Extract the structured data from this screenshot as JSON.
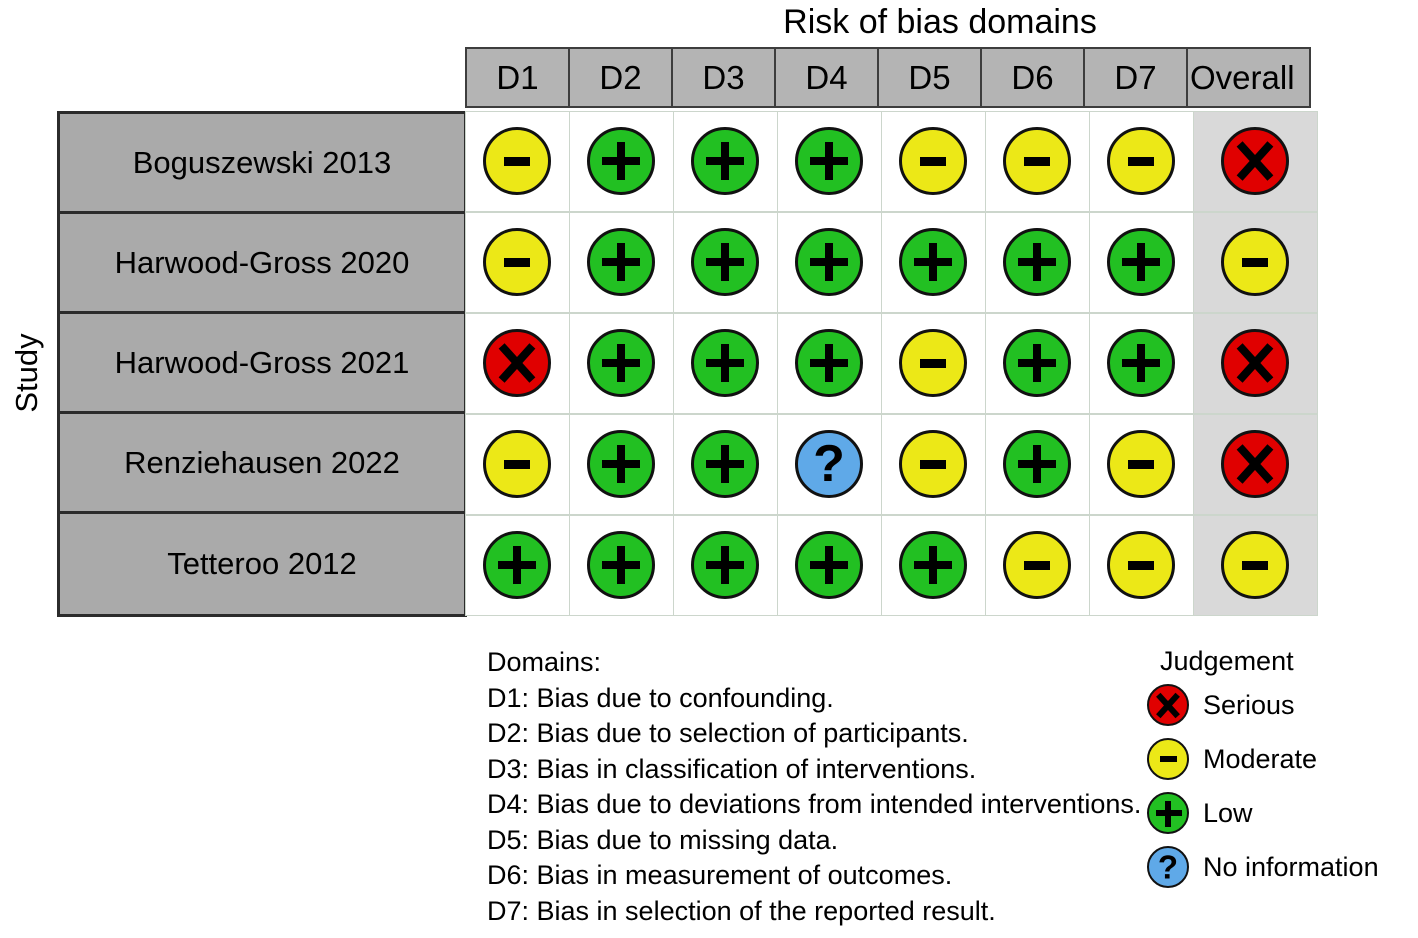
{
  "chart_data": {
    "type": "table",
    "title": "Risk of bias domains",
    "ylabel": "Study",
    "column_headers": [
      "D1",
      "D2",
      "D3",
      "D4",
      "D5",
      "D6",
      "D7",
      "Overall"
    ],
    "row_labels": [
      "Boguszewski 2013",
      "Harwood-Gross 2020",
      "Harwood-Gross 2021",
      "Renziehausen 2022",
      "Tetteroo 2012"
    ],
    "judgement_codes": {
      "serious": "X",
      "moderate": "-",
      "low": "+",
      "noinfo": "?"
    },
    "rows": [
      {
        "study": "Boguszewski 2013",
        "cells": [
          "moderate",
          "low",
          "low",
          "low",
          "moderate",
          "moderate",
          "moderate"
        ],
        "overall": "serious"
      },
      {
        "study": "Harwood-Gross 2020",
        "cells": [
          "moderate",
          "low",
          "low",
          "low",
          "low",
          "low",
          "low"
        ],
        "overall": "moderate"
      },
      {
        "study": "Harwood-Gross 2021",
        "cells": [
          "serious",
          "low",
          "low",
          "low",
          "moderate",
          "low",
          "low"
        ],
        "overall": "serious"
      },
      {
        "study": "Renziehausen 2022",
        "cells": [
          "moderate",
          "low",
          "low",
          "noinfo",
          "moderate",
          "low",
          "moderate"
        ],
        "overall": "serious"
      },
      {
        "study": "Tetteroo 2012",
        "cells": [
          "low",
          "low",
          "low",
          "low",
          "low",
          "moderate",
          "moderate"
        ],
        "overall": "moderate"
      }
    ],
    "colors": {
      "serious": "#e00000",
      "moderate": "#ece817",
      "low": "#22c022",
      "noinfo": "#5fa9e8",
      "header_cell": "#b4b4b4",
      "study_cell": "#aaaaaa",
      "overall_cell": "#d9d9d9"
    }
  },
  "domains_key": {
    "heading": "Domains:",
    "lines": [
      "D1: Bias due to confounding.",
      "D2: Bias due to selection of participants.",
      "D3: Bias in classification of interventions.",
      "D4: Bias due to deviations from intended interventions.",
      "D5: Bias due to missing data.",
      "D6: Bias in measurement of outcomes.",
      "D7: Bias in selection of the reported result."
    ]
  },
  "judgement_legend": {
    "title": "Judgement",
    "items": [
      {
        "key": "serious",
        "label": "Serious"
      },
      {
        "key": "moderate",
        "label": "Moderate"
      },
      {
        "key": "low",
        "label": "Low"
      },
      {
        "key": "noinfo",
        "label": "No information"
      }
    ]
  }
}
